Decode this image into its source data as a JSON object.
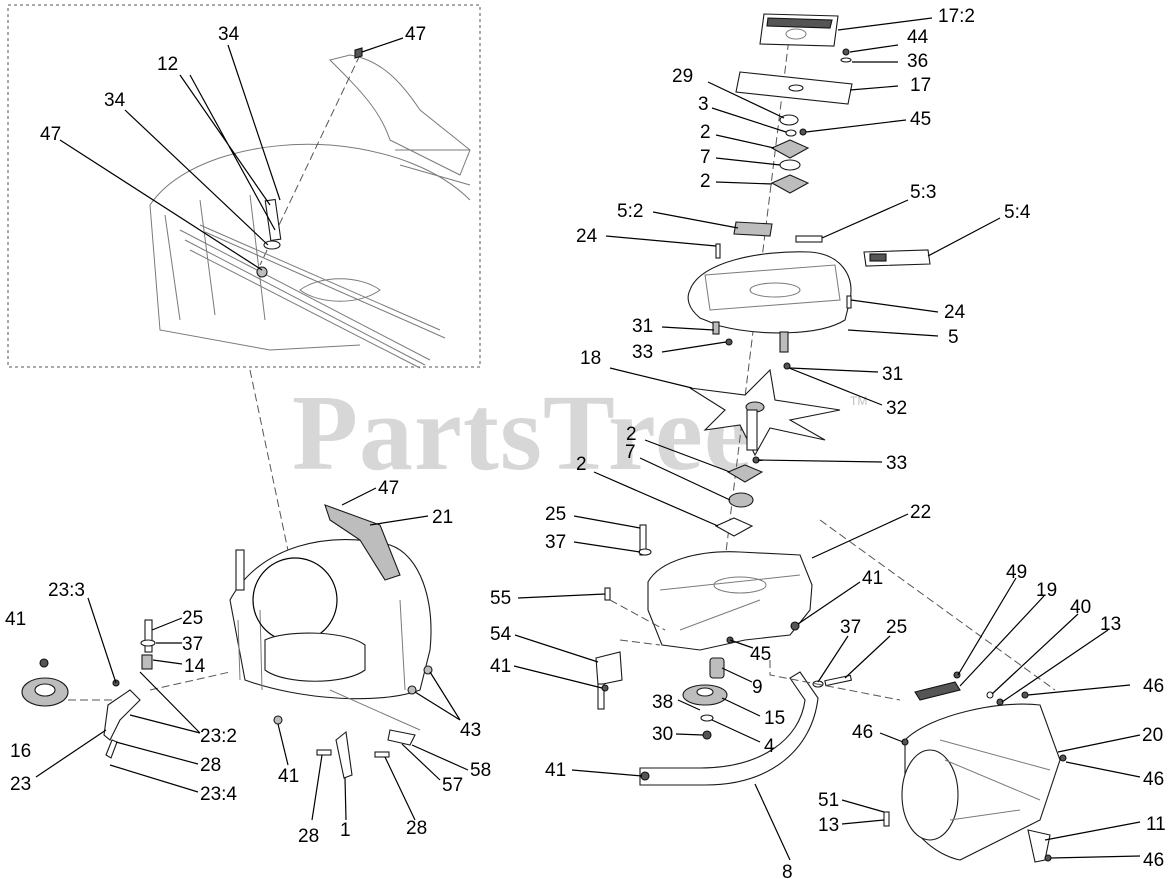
{
  "watermark": {
    "text": "PartsTree",
    "tm": "TM"
  },
  "callouts": {
    "c_47a": "47",
    "c_34a": "34",
    "c_12": "12",
    "c_34b": "34",
    "c_47b": "47",
    "c_17_2": "17:2",
    "c_44": "44",
    "c_36": "36",
    "c_17": "17",
    "c_29": "29",
    "c_3": "3",
    "c_45a": "45",
    "c_2a": "2",
    "c_7a": "7",
    "c_2b": "2",
    "c_5_2": "5:2",
    "c_5_3": "5:3",
    "c_5_4": "5:4",
    "c_24a": "24",
    "c_24b": "24",
    "c_31a": "31",
    "c_5": "5",
    "c_33a": "33",
    "c_18": "18",
    "c_31b": "31",
    "c_32": "32",
    "c_2c": "2",
    "c_33b": "33",
    "c_7b": "7",
    "c_2d": "2",
    "c_47c": "47",
    "c_21": "21",
    "c_25a": "25",
    "c_22": "22",
    "c_37a": "37",
    "c_41a": "41",
    "c_55": "55",
    "c_54": "54",
    "c_45b": "45",
    "c_41b": "41",
    "c_9": "9",
    "c_37b": "37",
    "c_25b": "25",
    "c_49": "49",
    "c_19": "19",
    "c_40": "40",
    "c_13a": "13",
    "c_46a": "46",
    "c_38": "38",
    "c_15": "15",
    "c_30": "30",
    "c_4": "4",
    "c_20": "20",
    "c_46b": "46",
    "c_41c": "41",
    "c_51": "51",
    "c_13b": "13",
    "c_46c": "46",
    "c_8": "8",
    "c_11": "11",
    "c_46d": "46",
    "c_23_3": "23:3",
    "c_25c": "25",
    "c_37c": "37",
    "c_14": "14",
    "c_41d": "41",
    "c_23_2": "23:2",
    "c_16": "16",
    "c_23": "23",
    "c_28a": "28",
    "c_23_4": "23:4",
    "c_43": "43",
    "c_41e": "41",
    "c_58": "58",
    "c_57": "57",
    "c_28b": "28",
    "c_28c": "28",
    "c_1": "1"
  }
}
